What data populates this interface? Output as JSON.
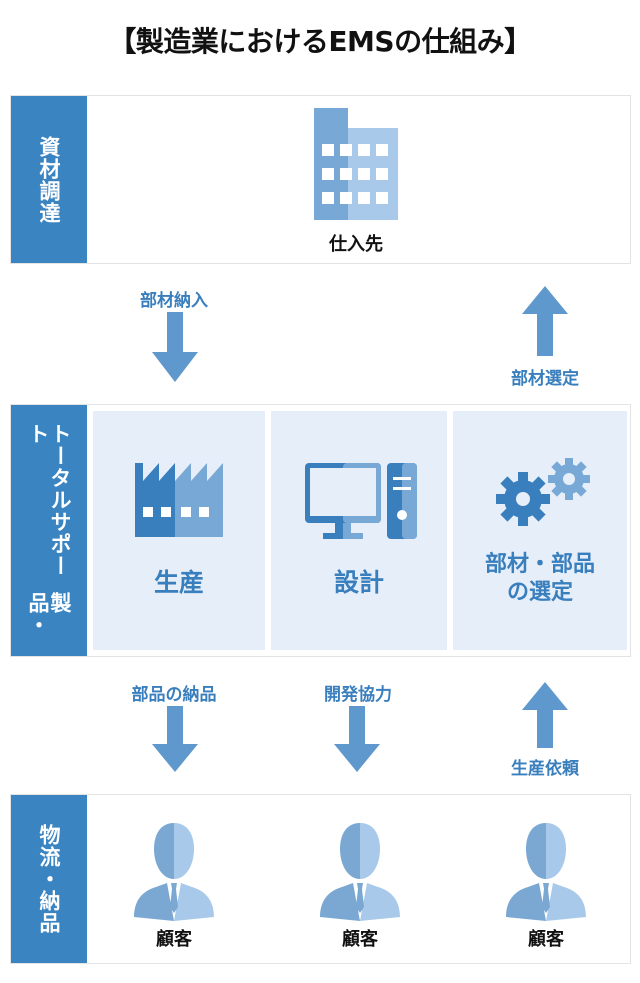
{
  "title": "【製造業におけるEMSの仕組み】",
  "colors": {
    "band_label_bg": "#3a84c2",
    "icon_dark": "#3a7fbd",
    "icon_light": "#78a9d6",
    "person_dark": "#7aa8d3",
    "person_light": "#a8c9ea",
    "cell_bg": "#e5eef9",
    "arrow": "#5e98cc"
  },
  "bands": {
    "procurement": {
      "label": "資材調達",
      "supplier": {
        "icon": "building-icon",
        "label": "仕入先"
      }
    },
    "product_support": {
      "label_line1": "製品・",
      "label_line2": "トータルサポート",
      "cells": [
        {
          "icon": "factory-icon",
          "label": "生産"
        },
        {
          "icon": "computer-icon",
          "label": "設計"
        },
        {
          "icon": "gears-icon",
          "label_line1": "部材・部品",
          "label_line2": "の選定"
        }
      ]
    },
    "logistics": {
      "label": "物流・納品",
      "customers": [
        {
          "icon": "person-icon",
          "label": "顧客"
        },
        {
          "icon": "person-icon",
          "label": "顧客"
        },
        {
          "icon": "person-icon",
          "label": "顧客"
        }
      ]
    }
  },
  "flows": {
    "top": [
      {
        "label": "部材納入",
        "direction": "down"
      },
      {
        "label": "部材選定",
        "direction": "up"
      }
    ],
    "bottom": [
      {
        "label": "部品の納品",
        "direction": "down"
      },
      {
        "label": "開発協力",
        "direction": "down"
      },
      {
        "label": "生産依頼",
        "direction": "up"
      }
    ]
  }
}
